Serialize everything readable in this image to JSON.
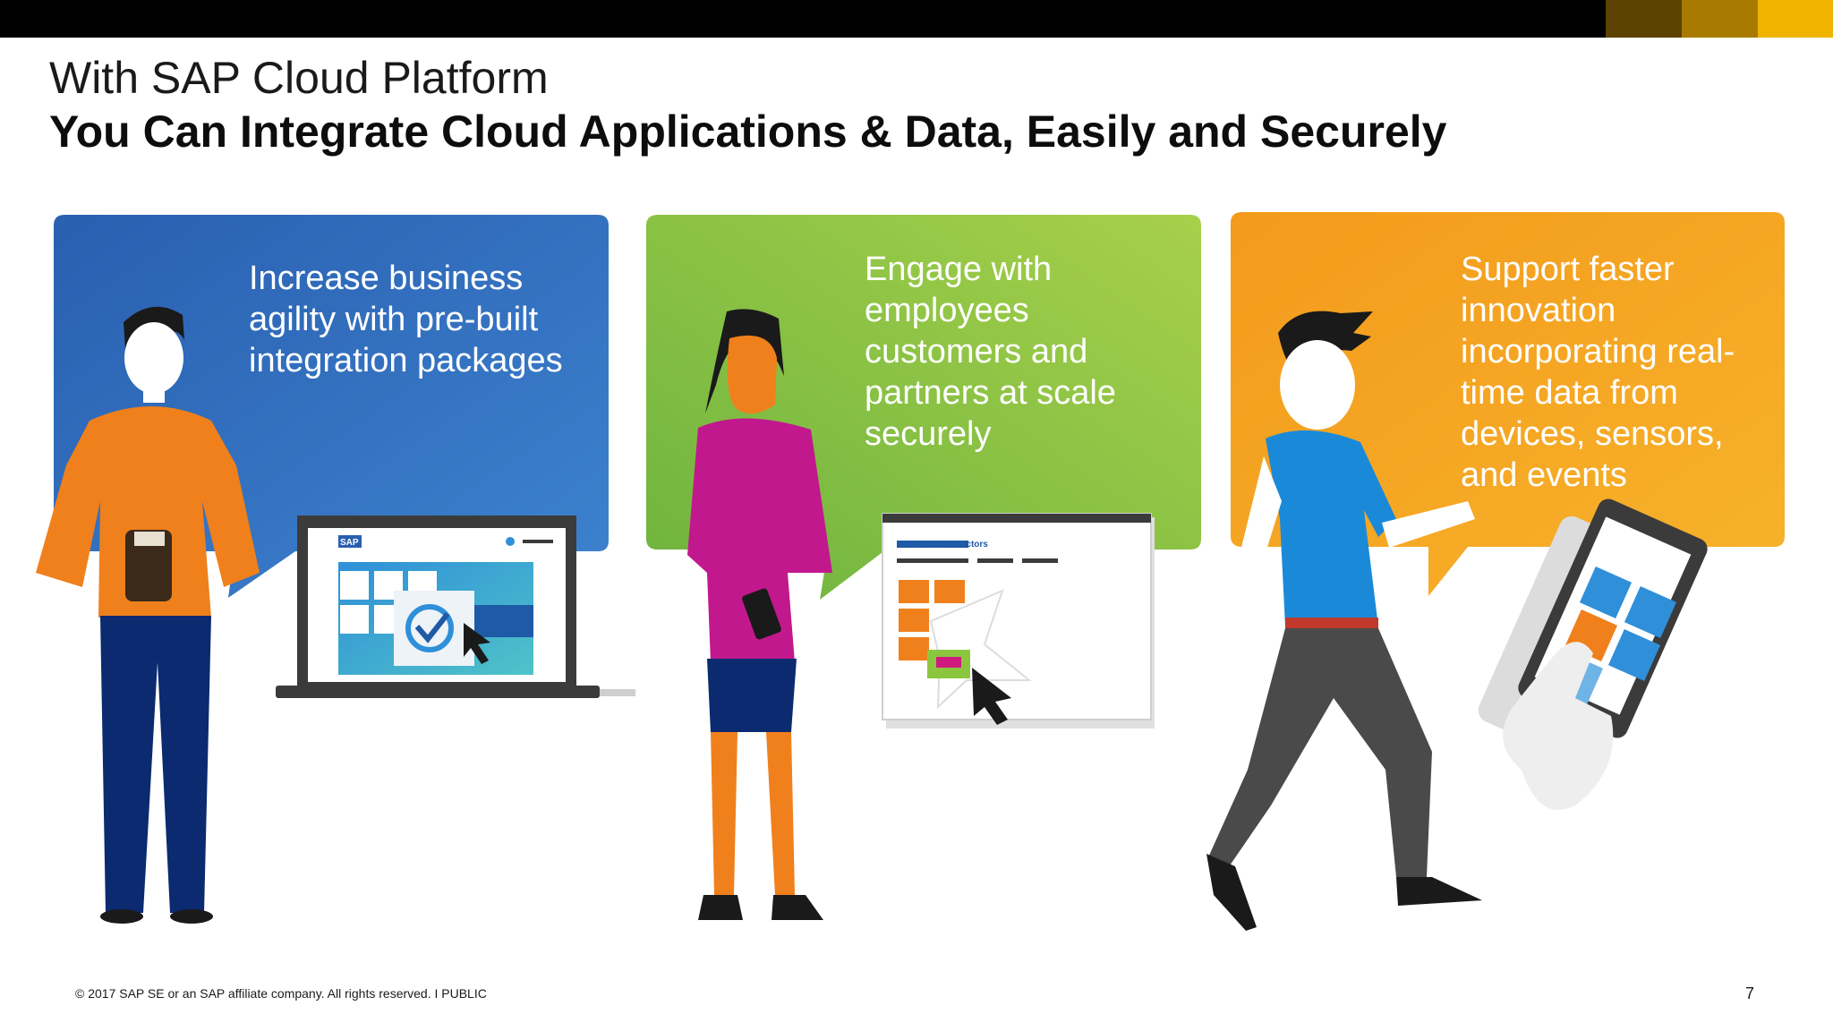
{
  "slide": {
    "title": "With SAP Cloud Platform",
    "subtitle": "You Can Integrate Cloud Applications & Data, Easily and Securely",
    "page_number": "7"
  },
  "panels": [
    {
      "text": "Increase business\nagility with pre-built\nintegration packages",
      "color": "#2f6fbf"
    },
    {
      "text": "Engage with\nemployees\ncustomers and\npartners at scale\nsecurely",
      "color": "#8cc63f"
    },
    {
      "text": "Support faster\ninnovation\nincorporating real-\ntime data from\ndevices, sensors,\nand events",
      "color": "#f5a21c"
    }
  ],
  "screens": {
    "laptop_logo": "SAP",
    "browser_title": "SAP SuccessFactors"
  },
  "footer": {
    "text": "© 2017 SAP SE or an SAP affiliate company. All rights reserved.   I   PUBLIC"
  },
  "top_bar_colors": [
    "#5c4200",
    "#a87a00",
    "#f0b400"
  ],
  "icons": [
    "checkmark-icon",
    "cursor-icon",
    "phone-icon"
  ]
}
